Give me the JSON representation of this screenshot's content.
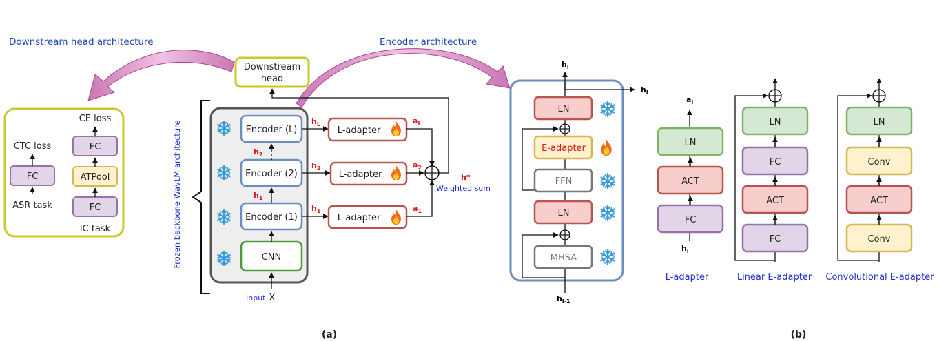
{
  "titles": {
    "downstream_head_arch": "Downstream head architecture",
    "encoder_arch": "Encoder architecture",
    "frozen_backbone": "Frozen backbone WavLM architecture",
    "panel_a": "(a)",
    "panel_b": "(b)"
  },
  "downstream_head": {
    "box_label_line1": "Downstream",
    "box_label_line2": "head",
    "ctc_loss": "CTC loss",
    "ce_loss": "CE loss",
    "fc": "FC",
    "atpool": "ATPool",
    "asr_task": "ASR task",
    "ic_task": "IC task"
  },
  "backbone": {
    "encoder_l": "Encoder (L)",
    "encoder_2": "Encoder (2)",
    "encoder_1": "Encoder (1)",
    "cnn": "CNN",
    "input": "Input",
    "input_var": "X",
    "h": "h",
    "sub_L": "L",
    "sub_2": "2",
    "sub_1": "1",
    "a": "a",
    "l_adapter": "L-adapter",
    "h_star": "h*",
    "weighted_sum": "Weighted sum"
  },
  "encoder": {
    "ln": "LN",
    "e_adapter": "E-adapter",
    "ffn": "FFN",
    "mhsa": "MHSA",
    "h_top": "h",
    "h_top_sub": "l",
    "h_right": "h",
    "h_right_sub": "l",
    "h_bottom": "h",
    "h_bottom_sub": "l-1"
  },
  "panel_b": {
    "l_adapter": {
      "title": "L-adapter",
      "top": "a",
      "top_sub": "l",
      "bottom": "h",
      "bottom_sub": "l",
      "ln": "LN",
      "act": "ACT",
      "fc": "FC"
    },
    "linear_e_adapter": {
      "title": "Linear E-adapter",
      "ln": "LN",
      "fc_top": "FC",
      "act": "ACT",
      "fc_bottom": "FC"
    },
    "conv_e_adapter": {
      "title": "Convolutional E-adapter",
      "ln": "LN",
      "conv_top": "Conv",
      "act": "ACT",
      "conv_bottom": "Conv"
    }
  },
  "icons": {
    "frozen": "snowflake-icon",
    "trainable": "fire-icon"
  },
  "colors": {
    "encoder_border": "#6c8ebf",
    "adapter_border": "#b85450",
    "adapter_fill": "#f8cecc",
    "fc_fill": "#e1d5e7",
    "fc_border": "#9673a6",
    "ln_fill": "#d5e8d4",
    "ln_border": "#82b366",
    "conv_fill": "#fff2cc",
    "conv_border": "#d6b656",
    "head_border": "#c8c82a",
    "cnn_border": "#4a9a3a",
    "arrow_fill": "#e3a4cf"
  }
}
